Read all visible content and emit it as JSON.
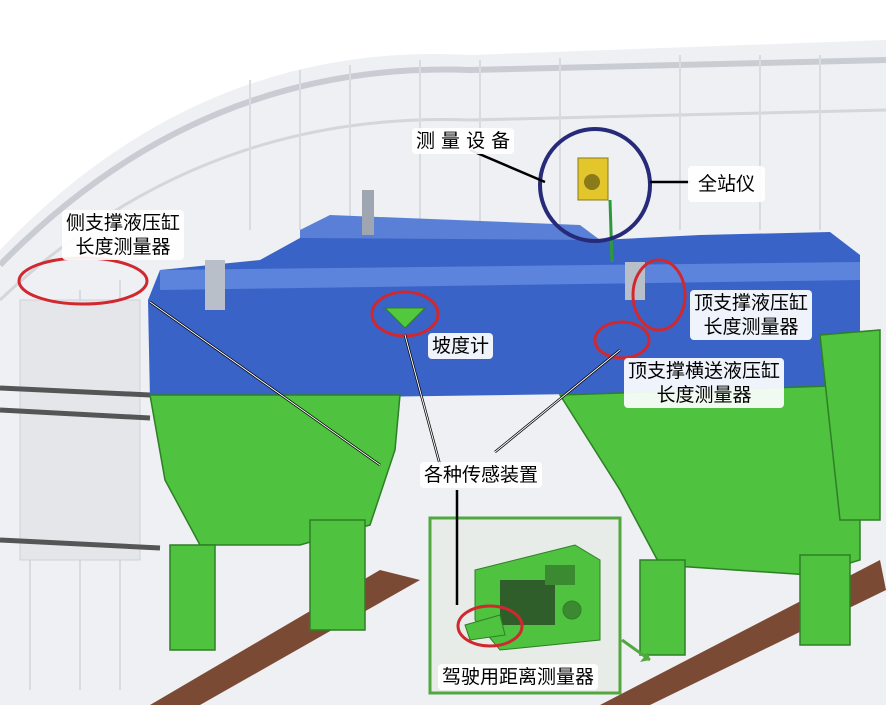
{
  "labels": {
    "measuring_equipment": "测 量 设 备",
    "total_station": "全站仪",
    "side_cylinder": [
      "侧支撑液压缸",
      "长度测量器"
    ],
    "top_cylinder": [
      "顶支撑液压缸",
      "长度测量器"
    ],
    "inclinometer": "坡度计",
    "top_transverse_cylinder": [
      "顶支撑横送液压缸",
      "长度测量器"
    ],
    "sensors": "各种传感装置",
    "drive_distance": "驾驶用距离测量器"
  },
  "colors": {
    "machine_body": "#3a63c8",
    "legs": "#4fc23f",
    "highlight_red": "#d0282e",
    "highlight_navy": "#262a78",
    "inset_border": "#52a83f",
    "tunnel": "#d9dbdf",
    "rail": "#7a4a35"
  }
}
